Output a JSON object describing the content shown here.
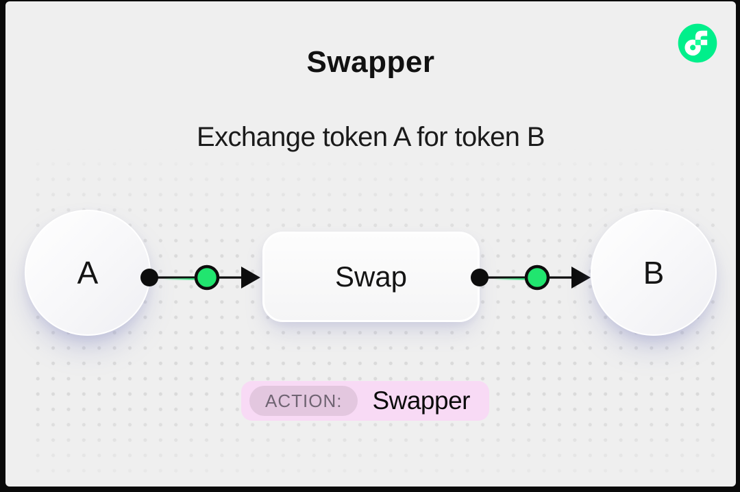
{
  "window": {
    "frame_color": "#0a0a0a",
    "card_color": "#efefef"
  },
  "header": {
    "title": "Swapper",
    "subtitle": "Exchange token A for token B"
  },
  "brand": {
    "logo_icon": "flow-logo",
    "logo_green": "#00ef8b",
    "logo_light_green": "#17ff99"
  },
  "diagram": {
    "nodes": [
      {
        "id": "token-a",
        "label": "A",
        "shape": "circle"
      },
      {
        "id": "swap",
        "label": "Swap",
        "shape": "rounded-box"
      },
      {
        "id": "token-b",
        "label": "B",
        "shape": "circle"
      }
    ],
    "connectors": [
      {
        "from": "token-a",
        "to": "swap",
        "style": "black-dot, green-node, arrowhead"
      },
      {
        "from": "swap",
        "to": "token-b",
        "style": "black-dot, green-node, arrowhead"
      }
    ],
    "accent_green": "#21e56f",
    "line_color": "#0d0d0d"
  },
  "action_badge": {
    "label": "ACTION:",
    "value": "Swapper",
    "bg_color": "#f8daf5",
    "label_bg_color": "#e3c7df"
  }
}
